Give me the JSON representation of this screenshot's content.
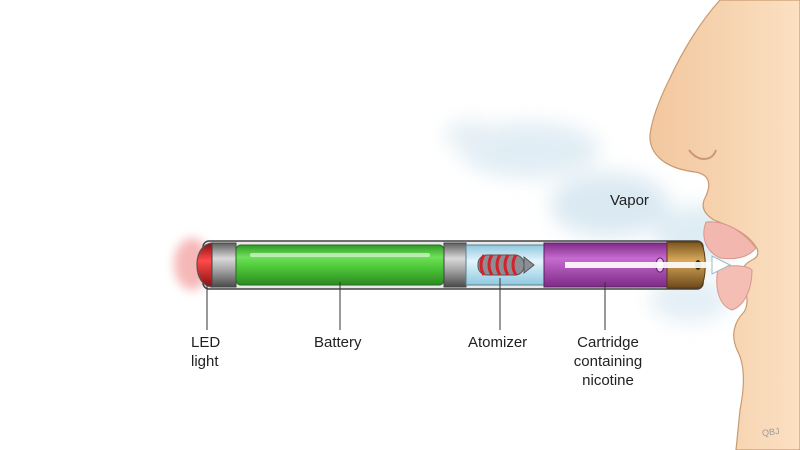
{
  "labels": {
    "vapor": "Vapor",
    "led": "LED\nlight",
    "battery": "Battery",
    "atomizer": "Atomizer",
    "cartridge": "Cartridge\ncontaining\nnicotine",
    "signature": "QBJ"
  },
  "colors": {
    "battery": "#4fc93a",
    "led": "#e8242a",
    "atomizer": "#bfe3f2",
    "cartridge": "#b04fb8",
    "mouthpiece": "#b8873a",
    "skin": "#f7d3ad",
    "lips": "#f2b7ae",
    "vapor": "#cfe2ee"
  }
}
